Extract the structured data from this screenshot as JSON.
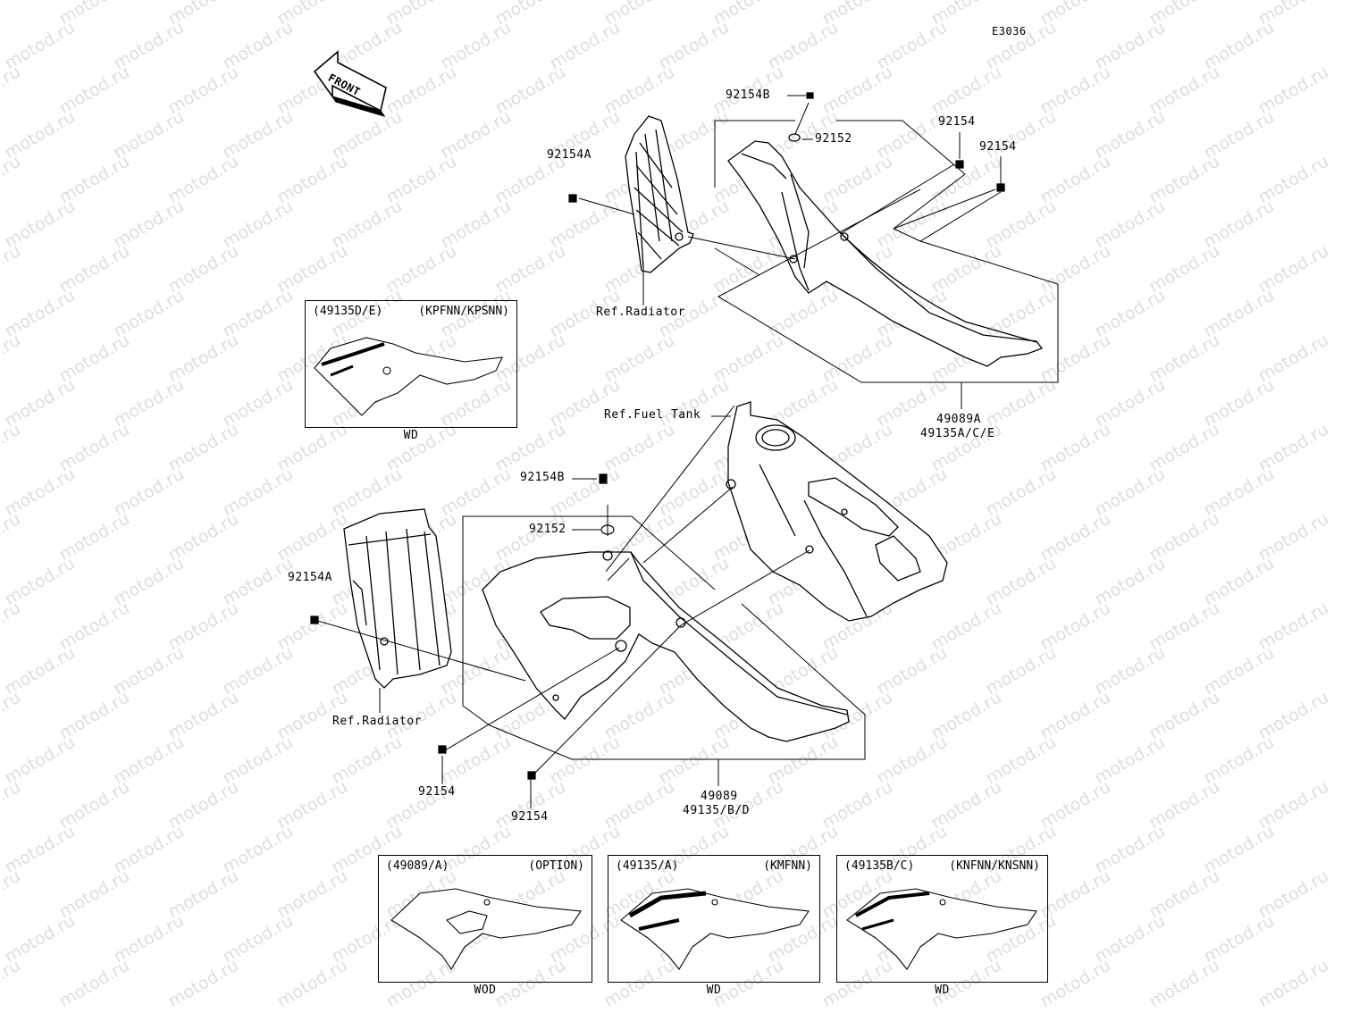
{
  "diagram_code": "E3036",
  "front_arrow_label": "FRONT",
  "watermark_text": "motod.ru",
  "callouts": {
    "upper_bolt_b": "92154B",
    "upper_washer": "92152",
    "upper_bolt_1": "92154",
    "upper_bolt_2": "92154",
    "upper_bolt_a": "92154A",
    "upper_ref_radiator": "Ref.Radiator",
    "upper_part_1": "49089A",
    "upper_part_2": "49135A/C/E",
    "ref_fuel_tank": "Ref.Fuel Tank",
    "lower_bolt_b": "92154B",
    "lower_washer": "92152",
    "lower_bolt_a": "92154A",
    "lower_ref_radiator": "Ref.Radiator",
    "lower_bolt_1": "92154",
    "lower_bolt_2": "92154",
    "lower_part_1": "49089",
    "lower_part_2": "49135/B/D"
  },
  "variant_boxes": [
    {
      "left": "(49135D/E)",
      "right": "(KPFNN/KPSNN)",
      "footer": "WD"
    },
    {
      "left": "(49089/A)",
      "right": "(OPTION)",
      "footer": "WOD"
    },
    {
      "left": "(49135/A)",
      "right": "(KMFNN)",
      "footer": "WD"
    },
    {
      "left": "(49135B/C)",
      "right": "(KNFNN/KNSNN)",
      "footer": "WD"
    }
  ],
  "colors": {
    "line": "#000000",
    "watermark": "#dedede",
    "background": "#ffffff"
  }
}
